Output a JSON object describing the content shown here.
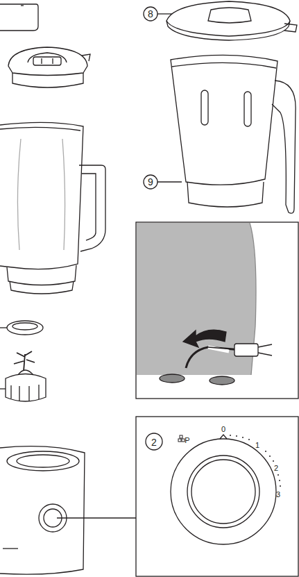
{
  "diagram": {
    "labels": [
      "8",
      "9",
      "2",
      "P",
      "0",
      "1",
      "2",
      "3"
    ]
  }
}
